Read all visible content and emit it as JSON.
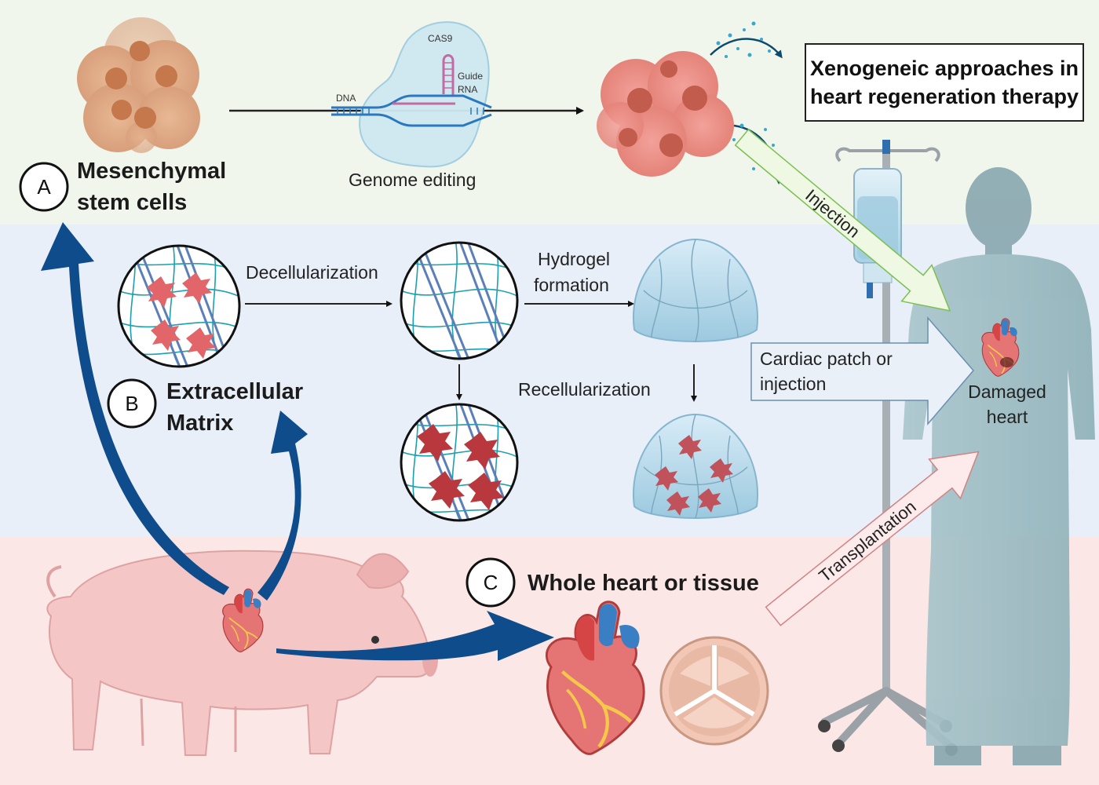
{
  "title_lines": [
    "Xenogeneic approaches in",
    "heart regeneration therapy"
  ],
  "sections": {
    "a": {
      "letter": "A",
      "heading_lines": [
        "Mesenchymal",
        "stem cells"
      ]
    },
    "b": {
      "letter": "B",
      "heading_lines": [
        "Extracellular",
        "Matrix"
      ]
    },
    "c": {
      "letter": "C",
      "heading": "Whole heart or tissue"
    }
  },
  "labels": {
    "genome_editing": "Genome editing",
    "cas9": "CAS9",
    "guide_rna": [
      "Guide",
      "RNA"
    ],
    "dna": "DNA",
    "decellularization": "Decellularization",
    "hydrogel_formation": [
      "Hydrogel",
      "formation"
    ],
    "recellularization": "Recellularization",
    "cardiac_patch": [
      "Cardiac patch or",
      "injection"
    ],
    "damaged_heart": [
      "Damaged",
      "heart"
    ],
    "injection": "Injection",
    "transplantation": "Transplantation"
  },
  "colors": {
    "band_top": "#f1f6ec",
    "band_middle": "#e9eff8",
    "band_bottom": "#fbe7e6",
    "arrow_blue": "#0f4c8c",
    "injection_arrow": "#eef8e2",
    "transplant_arrow": "#fcebea",
    "cell_red": "#d9534f",
    "ecm_fiber": "#1aa0b0",
    "patient": "#9bb7bf"
  },
  "icons": [
    "mesenchymal-cell-cluster-icon",
    "cas9-complex-icon",
    "edited-cell-cluster-icon",
    "iv-stand-icon",
    "patient-icon",
    "pig-icon",
    "heart-icon",
    "heart-valve-icon",
    "hydrogel-dome-icon",
    "ecm-circle-icon"
  ]
}
